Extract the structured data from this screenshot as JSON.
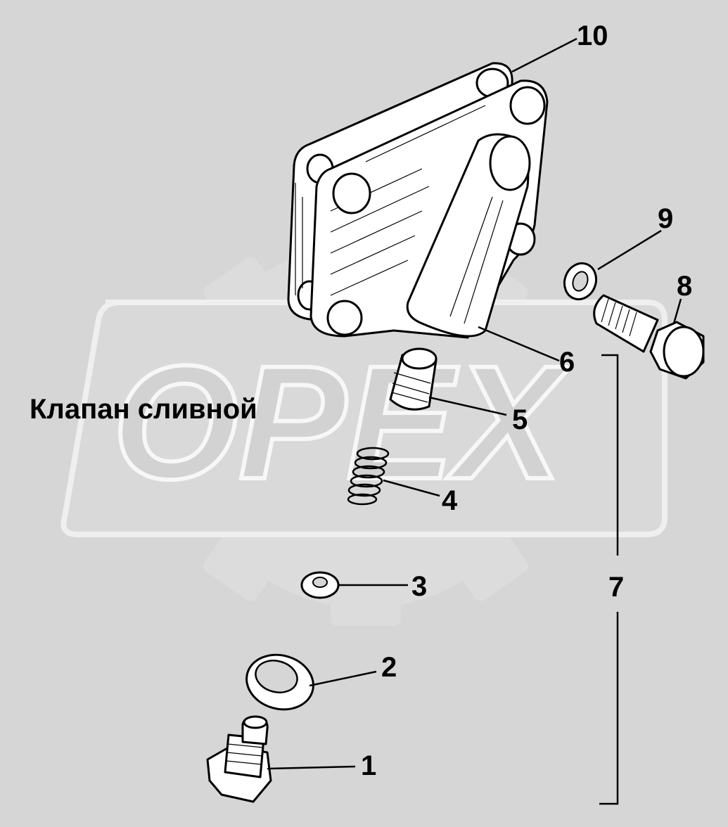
{
  "title": "Клапан сливной",
  "watermark": "OPEX",
  "callouts": {
    "c1": "1",
    "c2": "2",
    "c3": "3",
    "c4": "4",
    "c5": "5",
    "c6": "6",
    "c7": "7",
    "c8": "8",
    "c9": "9",
    "c10": "10"
  },
  "colors": {
    "background": "#d6d6d6",
    "watermark_fill": "#d2d2d2",
    "watermark_outline": "#f7f7f7",
    "line": "#000000"
  }
}
